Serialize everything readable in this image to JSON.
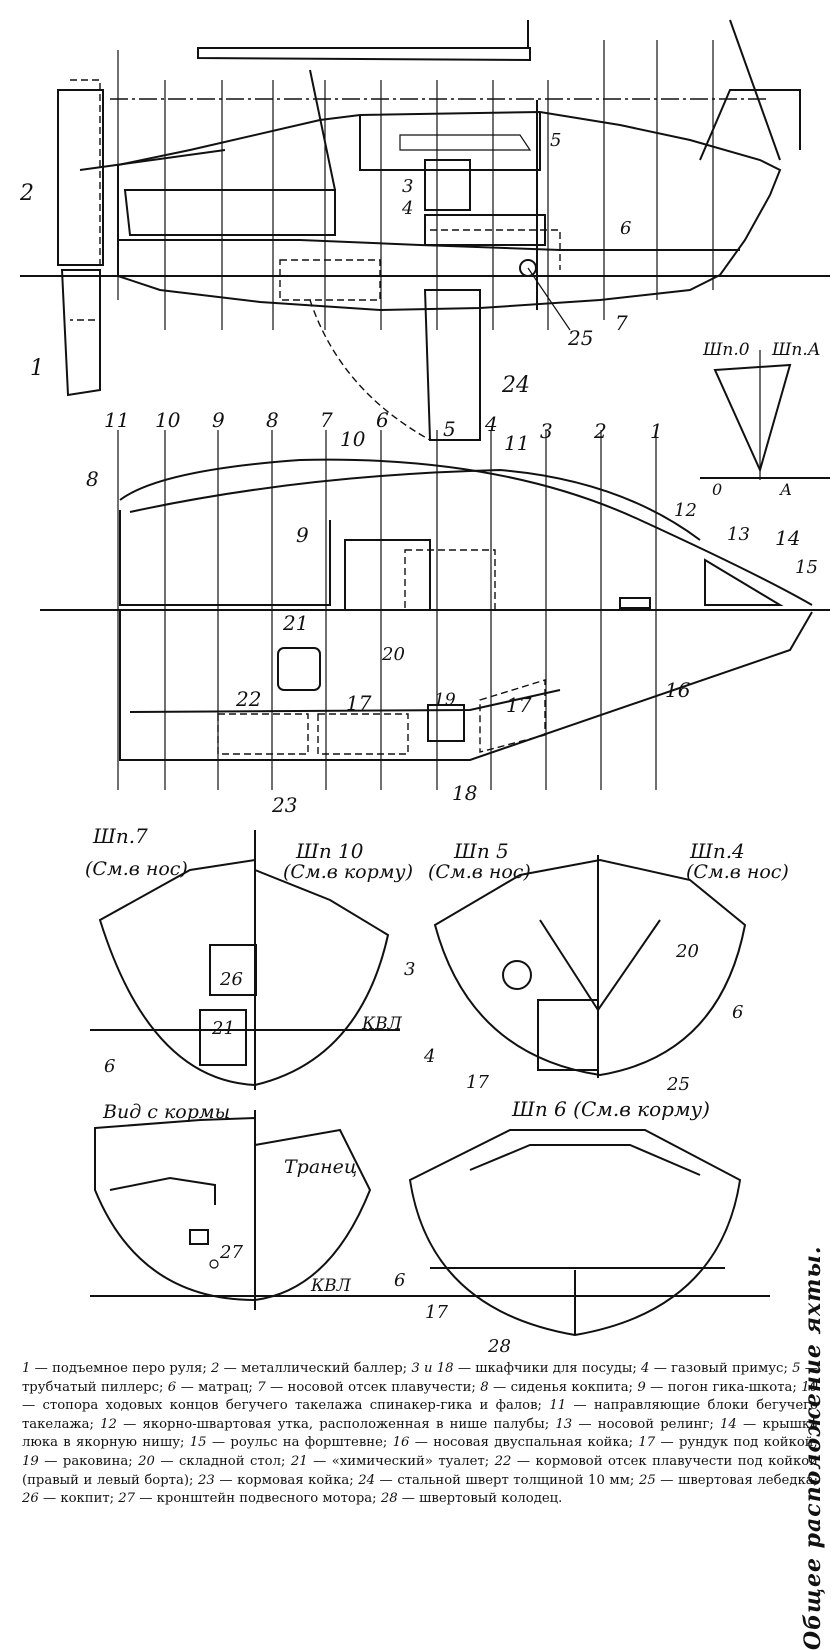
{
  "title": "Общее расположение яхты.",
  "labels": {
    "frames_top": [
      "11",
      "10",
      "9",
      "8",
      "7",
      "6",
      "5",
      "4",
      "3",
      "2",
      "1"
    ],
    "n1": "1",
    "n2": "2",
    "n3": "3",
    "n4": "4",
    "n5": "5",
    "n6": "6",
    "n7": "7",
    "n8": "8",
    "n9": "9",
    "n10": "10",
    "n11": "11",
    "n12": "12",
    "n13": "13",
    "n14": "14",
    "n15": "15",
    "n16": "16",
    "n17": "17",
    "n18": "18",
    "n19": "19",
    "n20": "20",
    "n21": "21",
    "n22": "22",
    "n23": "23",
    "n24": "24",
    "n25": "25",
    "n26": "26",
    "n27": "27",
    "n28": "28",
    "sh0": "Шп.0",
    "shA": "Шп.А",
    "z0": "0",
    "zA": "А",
    "sh7": "Шп.7",
    "sh7sub": "(См.в нос)",
    "sh10": "Шп 10",
    "sh10sub": "(См.в корму)",
    "sh5": "Шп 5",
    "sh5sub": "(См.в нос)",
    "sh4": "Шп.4",
    "sh4sub": "(См.в нос)",
    "sh6": "Шп 6 (См.в корму)",
    "kvl": "КВЛ",
    "stern_view": "Вид с кормы",
    "transom": "Транец"
  },
  "legend": [
    {
      "num": "1",
      "text": "подъемное перо руля;"
    },
    {
      "num": "2",
      "text": "металлический баллер;"
    },
    {
      "num": "3 и 18",
      "text": "шкафчики для посуды;"
    },
    {
      "num": "4",
      "text": "газовый примус;"
    },
    {
      "num": "5",
      "text": "трубчатый пиллерс;"
    },
    {
      "num": "6",
      "text": "матрац;"
    },
    {
      "num": "7",
      "text": "носовой отсек плавучести;"
    },
    {
      "num": "8",
      "text": "сиденья кокпита;"
    },
    {
      "num": "9",
      "text": "погон гика-шкота;"
    },
    {
      "num": "10",
      "text": "стопора ходовых концов бегучего такелажа спинакер-гика и фалов;"
    },
    {
      "num": "11",
      "text": "направляющие блоки бегучего такелажа;"
    },
    {
      "num": "12",
      "text": "якорно-швартовая утка, расположенная в нише палубы;"
    },
    {
      "num": "13",
      "text": "носовой релинг;"
    },
    {
      "num": "14",
      "text": "крышка люка в якорную нишу;"
    },
    {
      "num": "15",
      "text": "роульс на форштевне;"
    },
    {
      "num": "16",
      "text": "носовая двуспальная койка;"
    },
    {
      "num": "17",
      "text": "рундук под койкой;"
    },
    {
      "num": "19",
      "text": "раковина;"
    },
    {
      "num": "20",
      "text": "складной стол;"
    },
    {
      "num": "21",
      "text": "«химический» туалет;"
    },
    {
      "num": "22",
      "text": "кормовой отсек плавучести под койкой (правый и левый борта);"
    },
    {
      "num": "23",
      "text": "кормовая койка;"
    },
    {
      "num": "24",
      "text": "стальной шверт толщиной 10 мм;"
    },
    {
      "num": "25",
      "text": "швертовая лебедка;"
    },
    {
      "num": "26",
      "text": "кокпит;"
    },
    {
      "num": "27",
      "text": "кронштейн подвесного мотора;"
    },
    {
      "num": "28",
      "text": "швертовый колодец."
    }
  ]
}
